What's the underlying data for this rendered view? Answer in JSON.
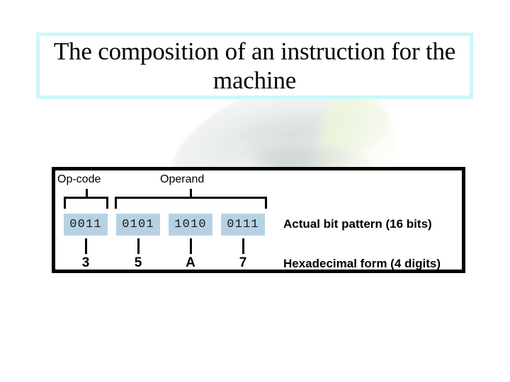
{
  "slide": {
    "title": "The composition of an instruction for the machine",
    "background_color": "#ffffff",
    "title_border_color": "#ccf7fb"
  },
  "diagram": {
    "name": "instruction-format-diagram",
    "border_color": "#000000",
    "nibble_fill_color": "#b6d2e2",
    "groups": [
      {
        "label": "Op-code",
        "spans": 1
      },
      {
        "label": "Operand",
        "spans": 3
      }
    ],
    "nibbles": [
      "0011",
      "0101",
      "1010",
      "0111"
    ],
    "hex_digits": [
      "3",
      "5",
      "A",
      "7"
    ],
    "captions": {
      "bit_pattern": "Actual bit pattern (16 bits)",
      "hexadecimal": "Hexadecimal form (4 digits)"
    }
  }
}
